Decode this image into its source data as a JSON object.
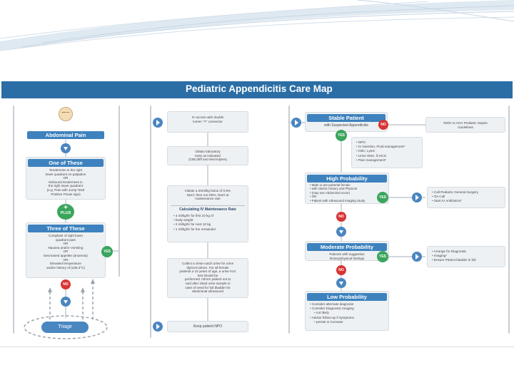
{
  "title": "Pediatric Appendicitis Care Map",
  "colors": {
    "header_blue": "#3d82be",
    "title_blue": "#2b6ea6",
    "yes_green": "#3aa55d",
    "no_red": "#d83434",
    "card_gray": "#eef1f4"
  },
  "icons": [
    "child-face-icon",
    "down-arrow-icon",
    "right-arrow-icon",
    "plus-icon"
  ],
  "col1": {
    "abdominal_pain": "Abdominal Pain",
    "one_of_these_header": "One of These",
    "one_of_these_body": [
      "Tenderness in the right",
      "lower quadrant on palpation",
      "OR",
      "Rebound tenderness in",
      "the right lower quadrant",
      "(e.g. Pain with Jump Test/",
      "Positive Psoas sign)"
    ],
    "plus": "PLUS",
    "plus_symbol": "+",
    "three_of_these_header": "Three of These",
    "three_of_these_body": [
      "Complaint of right lower",
      "quadrant pain",
      "OR",
      "Nausea and/or Vomiting",
      "OR",
      "Decreased appetite (anorexia)",
      "OR",
      "Elevated temperature",
      "and/or history of (≥38.3°C)"
    ],
    "triage": "Triage"
  },
  "col2": {
    "box1": [
      "IV access with double",
      "lumen \"Y\" connector"
    ],
    "box2": [
      "Obtain laboratory",
      "tests as indicated",
      "(CBC/diff and electrolytes)"
    ],
    "box3": [
      "Initiate a 20ml/kg bolus of 0.9%",
      "NaCl, then run D5%, NaCl at",
      "maintenance rate"
    ],
    "calc_title": "Calculating IV Maintenance Rate",
    "calc_lines": [
      "4 ml/kg/hr for first 10 kg of",
      "body weight",
      "2 ml/kg/hr for next 10 kg",
      "1 ml/kg/hr for the remainder"
    ],
    "box4": [
      "Collect a clean-catch urine for urine",
      "dip/UA/culture. For all female",
      "patients ≥ 10 years of age, a urine hcG",
      "test should be",
      "performed. Inform patient not to",
      "void after initial urine sample in",
      "case of need for full bladder for",
      "abdominal ultrasound"
    ],
    "box5": "Keep patient NPO"
  },
  "col3": {
    "stable_header": "Stable Patient",
    "stable_sub": "with Suspected Appendicitis",
    "sepsis_note": [
      "Refer to ACH Pediatric Sepsis",
      "Guidelines"
    ],
    "stable_bullets": [
      "NPO",
      "IV insertion, Fluid management*",
      "CBC, Lytes",
      "Urine SMA, ß-HCG",
      "Pain management*"
    ],
    "high_header": "High Probability",
    "high_body": [
      "Male or pre-pubertal female",
      "with classic History and Physical",
      "(may use Abdominal score)",
      "OR",
      "Patient with Ultrasound Imaging Study"
    ],
    "high_actions": [
      "Call Pediatric General Surgery",
      "On Call",
      "Start IV Antibiotics*"
    ],
    "moderate_header": "Moderate Probability",
    "moderate_body": [
      "Patients with suggestive",
      "history/physical findings"
    ],
    "moderate_actions": [
      "Arrange for Diagnostic",
      "Imaging*",
      "Ensure Patient bladder is full"
    ],
    "low_header": "Low Probability",
    "low_bullets": [
      "Consider alternate diagnosis",
      "Consider Diagnostic Imaging",
      "not likely",
      "Advise follow-up if symptoms",
      "persist or increase"
    ]
  },
  "yes_label": "YES",
  "no_label": "NO"
}
